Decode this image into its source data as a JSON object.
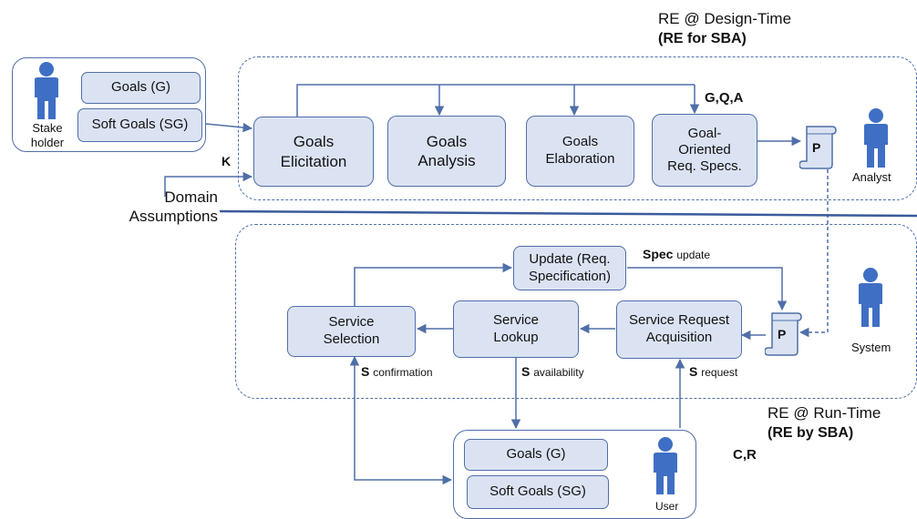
{
  "design_time": {
    "title": "RE @ Design-Time",
    "subtitle": "(RE for SBA)",
    "stakeholder": {
      "label": "Stake\nholder",
      "goals": "Goals (G)",
      "soft_goals": "Soft Goals (SG)"
    },
    "knowledge_label": "K",
    "domain_label": "Domain\nAssumptions",
    "gqa_label": "G,Q,A",
    "boxes": {
      "elicitation": "Goals\nElicitation",
      "analysis": "Goals\nAnalysis",
      "elaboration": "Goals\nElaboration",
      "specs": "Goal-\nOriented\nReq. Specs."
    },
    "doc_label": "P",
    "analyst_label": "Analyst"
  },
  "run_time": {
    "title": "RE @ Run-Time",
    "subtitle": "(RE by SBA)",
    "boxes": {
      "update": "Update (Req.\nSpecification)",
      "selection": "Service\nSelection",
      "lookup": "Service\nLookup",
      "acquisition": "Service Request\nAcquisition"
    },
    "spec_update": {
      "bold": "Spec",
      "small": "update"
    },
    "s_confirmation": {
      "bold": "S",
      "small": "confirmation"
    },
    "s_availability": {
      "bold": "S",
      "small": "availability"
    },
    "s_request": {
      "bold": "S",
      "small": "request"
    },
    "doc_label": "P",
    "system_label": "System",
    "cr_label": "C,R",
    "user": {
      "label": "User",
      "goals": "Goals (G)",
      "soft_goals": "Soft Goals (SG)"
    }
  },
  "colors": {
    "box_fill": "#dbe3f3",
    "border": "#4f6fa8",
    "person": "#3f6fc4",
    "separator": "#3a5b9c"
  }
}
